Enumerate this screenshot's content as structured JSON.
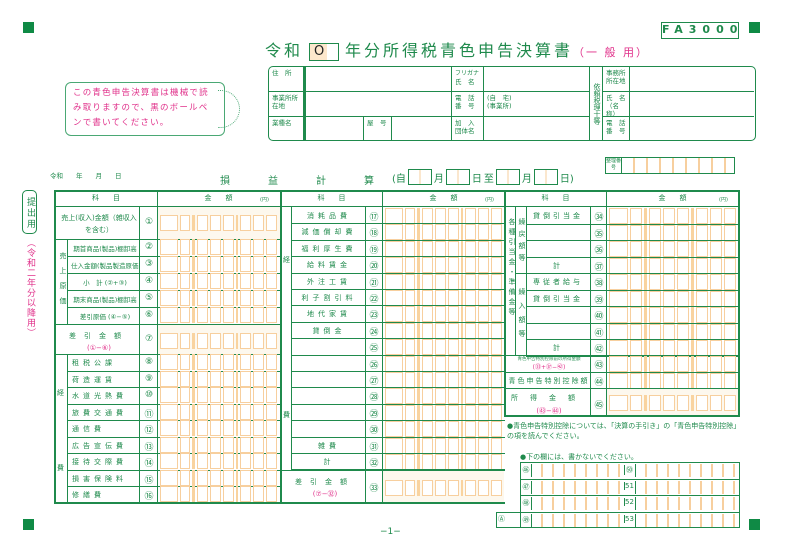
{
  "form_code": "FA3000",
  "title": {
    "era": "令和",
    "year_value": "O",
    "main": "年分所得税青色申告決算書",
    "sub": "（一 般 用）"
  },
  "notice": "この青色申告決算書は機械で読み取りますので、黒のボールペンで書いてください。",
  "header": {
    "address": "住　所",
    "business_address": "事業所所在地",
    "business_type": "業種名",
    "shop_name": "屋　号",
    "furigana": "フリガナ",
    "name": "氏　名",
    "phone": "電　話番　号",
    "phone_home": "(自　宅)",
    "phone_office": "(事業所)",
    "association": "加　入団体名",
    "tax_accountant": "依頼税理士等",
    "ta_office": "事務所所在地",
    "ta_name": "氏　名（名称）",
    "ta_phone": "電　話番　号"
  },
  "date_line": "令和　　年　　月　　日",
  "section_title": "損　益　計　算　書",
  "period": {
    "from": "(自",
    "month": "月",
    "day": "日",
    "to": "至",
    "end": "日)"
  },
  "ref_number_label": "整理番号",
  "side_labels": {
    "submission": "提出用",
    "applicable": "（令和二年分以降用）"
  },
  "col_headers": {
    "item": "科　　目",
    "amount": "金　　額",
    "yen": "(円)"
  },
  "left_rows": [
    {
      "no": "①",
      "label": "売上(収入)金額（雑収入を含む）"
    },
    {
      "no": "②",
      "label": "期首商品(製品)棚卸高"
    },
    {
      "no": "③",
      "label": "仕入金額(製品製造原価)"
    },
    {
      "no": "④",
      "label": "小　計 (②+③)"
    },
    {
      "no": "⑤",
      "label": "期末商品(製品)棚卸高"
    },
    {
      "no": "⑥",
      "label": "差引原価 (④−⑤)"
    },
    {
      "no": "⑦",
      "label": "差引金額",
      "formula": "(①−⑥)"
    },
    {
      "no": "⑧",
      "label": "租税公課"
    },
    {
      "no": "⑨",
      "label": "荷造運賃"
    },
    {
      "no": "⑩",
      "label": "水道光熱費"
    },
    {
      "no": "⑪",
      "label": "旅費交通費"
    },
    {
      "no": "⑫",
      "label": "通信費"
    },
    {
      "no": "⑬",
      "label": "広告宣伝費"
    },
    {
      "no": "⑭",
      "label": "接待交際費"
    },
    {
      "no": "⑮",
      "label": "損害保険料"
    },
    {
      "no": "⑯",
      "label": "修繕費"
    }
  ],
  "left_groups": {
    "cogs": "売上原価",
    "expenses_top": "経",
    "expenses_bottom": "費"
  },
  "mid_rows": [
    {
      "no": "⑰",
      "label": "消耗品費"
    },
    {
      "no": "⑱",
      "label": "減価償却費"
    },
    {
      "no": "⑲",
      "label": "福利厚生費"
    },
    {
      "no": "⑳",
      "label": "給料賃金"
    },
    {
      "no": "㉑",
      "label": "外注工賃"
    },
    {
      "no": "㉒",
      "label": "利子割引料"
    },
    {
      "no": "㉓",
      "label": "地代家賃"
    },
    {
      "no": "㉔",
      "label": "貸倒金"
    },
    {
      "no": "㉕",
      "label": ""
    },
    {
      "no": "㉖",
      "label": ""
    },
    {
      "no": "㉗",
      "label": ""
    },
    {
      "no": "㉘",
      "label": ""
    },
    {
      "no": "㉙",
      "label": ""
    },
    {
      "no": "㉚",
      "label": ""
    },
    {
      "no": "㉛",
      "label": "雑費"
    },
    {
      "no": "㉜",
      "label": "計"
    },
    {
      "no": "㉝",
      "label": "差引金額",
      "formula": "(⑦−㉜)"
    }
  ],
  "right_groups": {
    "reserves": "各種引当金・準備金等",
    "reversal": "繰戻額等",
    "transfer": "繰入額等"
  },
  "right_rows": [
    {
      "no": "㉞",
      "label": "貸倒引当金"
    },
    {
      "no": "㉟",
      "label": ""
    },
    {
      "no": "㊱",
      "label": ""
    },
    {
      "no": "㊲",
      "label": "計"
    },
    {
      "no": "㊳",
      "label": "専従者給与"
    },
    {
      "no": "㊴",
      "label": "貸倒引当金"
    },
    {
      "no": "㊵",
      "label": ""
    },
    {
      "no": "㊶",
      "label": ""
    },
    {
      "no": "㊷",
      "label": "計"
    },
    {
      "no": "㊸",
      "label": "青色申告特別控除前の所得金額",
      "formula": "(㉝+㊲−㊷)"
    },
    {
      "no": "㊹",
      "label": "青色申告特別控除額"
    },
    {
      "no": "㊺",
      "label": "所得金額",
      "formula": "(㊸−㊹)"
    }
  ],
  "note1": "●青色申告特別控除については、「決算の手引き」の「青色申告特別控除」の項を読んでください。",
  "note2": "●下の欄には、書かないでください。",
  "office_rows": {
    "left": [
      "㊻",
      "㊼",
      "㊽",
      "㊾"
    ],
    "right": [
      "㊿",
      "51",
      "52",
      "53"
    ],
    "a_label": "Ⓐ"
  },
  "page_number": "−1−"
}
